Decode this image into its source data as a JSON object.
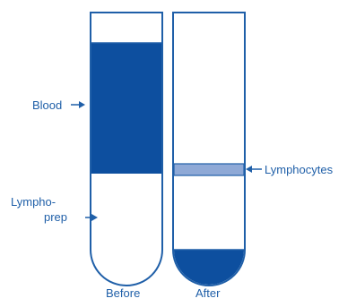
{
  "labels": {
    "blood": "Blood",
    "lympho_line1": "Lympho-",
    "lympho_line2": "prep",
    "lymphocytes": "Lymphocytes",
    "before": "Before",
    "after": "After"
  },
  "colors": {
    "line": "#1f5fa8",
    "fill": "#0d4f9f",
    "band": "#8fa9d6"
  }
}
